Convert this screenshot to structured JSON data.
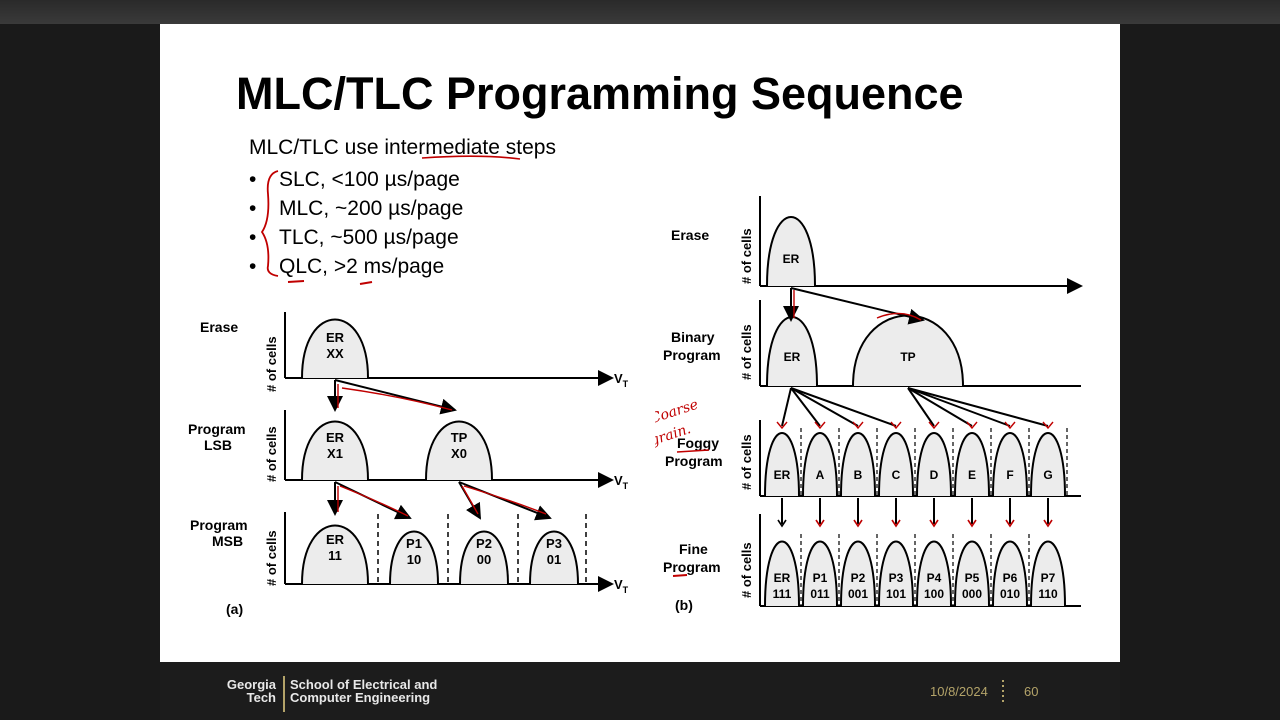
{
  "slide": {
    "title": "MLC/TLC Programming Sequence",
    "intro": "MLC/TLC use intermediate steps",
    "bullets": [
      "SLC, <100 µs/page",
      "MLC, ~200 µs/page",
      "TLC, ~500 µs/page",
      "QLC, >2 ms/page"
    ]
  },
  "diagram_a": {
    "caption": "(a)",
    "rows": [
      {
        "stage": [
          "Erase"
        ],
        "ylabel": "# of cells",
        "axis_label": "V",
        "axis_sub": "T",
        "dists": [
          {
            "name": "ER",
            "code": "XX"
          }
        ]
      },
      {
        "stage": [
          "Program",
          "LSB"
        ],
        "ylabel": "# of cells",
        "axis_label": "V",
        "axis_sub": "T",
        "dists": [
          {
            "name": "ER",
            "code": "X1"
          },
          {
            "name": "TP",
            "code": "X0"
          }
        ]
      },
      {
        "stage": [
          "Program",
          "MSB"
        ],
        "ylabel": "# of cells",
        "axis_label": "V",
        "axis_sub": "T",
        "dists": [
          {
            "name": "ER",
            "code": "11"
          },
          {
            "name": "P1",
            "code": "10"
          },
          {
            "name": "P2",
            "code": "00"
          },
          {
            "name": "P3",
            "code": "01"
          }
        ]
      }
    ]
  },
  "diagram_b": {
    "caption": "(b)",
    "rows": [
      {
        "stage": [
          "Erase"
        ],
        "ylabel": "# of cells",
        "dists": [
          {
            "name": "ER"
          }
        ]
      },
      {
        "stage": [
          "Binary",
          "Program"
        ],
        "ylabel": "# of cells",
        "dists": [
          {
            "name": "ER"
          },
          {
            "name": "TP"
          }
        ]
      },
      {
        "stage": [
          "Foggy",
          "Program"
        ],
        "ylabel": "# of cells",
        "dists": [
          {
            "name": "ER"
          },
          {
            "name": "A"
          },
          {
            "name": "B"
          },
          {
            "name": "C"
          },
          {
            "name": "D"
          },
          {
            "name": "E"
          },
          {
            "name": "F"
          },
          {
            "name": "G"
          }
        ]
      },
      {
        "stage": [
          "Fine",
          "Program"
        ],
        "ylabel": "# of cells",
        "dists": [
          {
            "name": "ER",
            "code": "111"
          },
          {
            "name": "P1",
            "code": "011"
          },
          {
            "name": "P2",
            "code": "001"
          },
          {
            "name": "P3",
            "code": "101"
          },
          {
            "name": "P4",
            "code": "100"
          },
          {
            "name": "P5",
            "code": "000"
          },
          {
            "name": "P6",
            "code": "010"
          },
          {
            "name": "P7",
            "code": "110"
          }
        ]
      }
    ],
    "handwritten_note": [
      "Coarse",
      "grain."
    ]
  },
  "footer": {
    "logo_line1": "Georgia",
    "logo_line2": "Tech",
    "school_line1": "School of Electrical and",
    "school_line2": "Computer Engineering",
    "date": "10/8/2024",
    "page": "60"
  },
  "colors": {
    "annotation": "#c00000",
    "footer_gold": "#b3a369",
    "footer_bg": "#1c1c1c"
  }
}
